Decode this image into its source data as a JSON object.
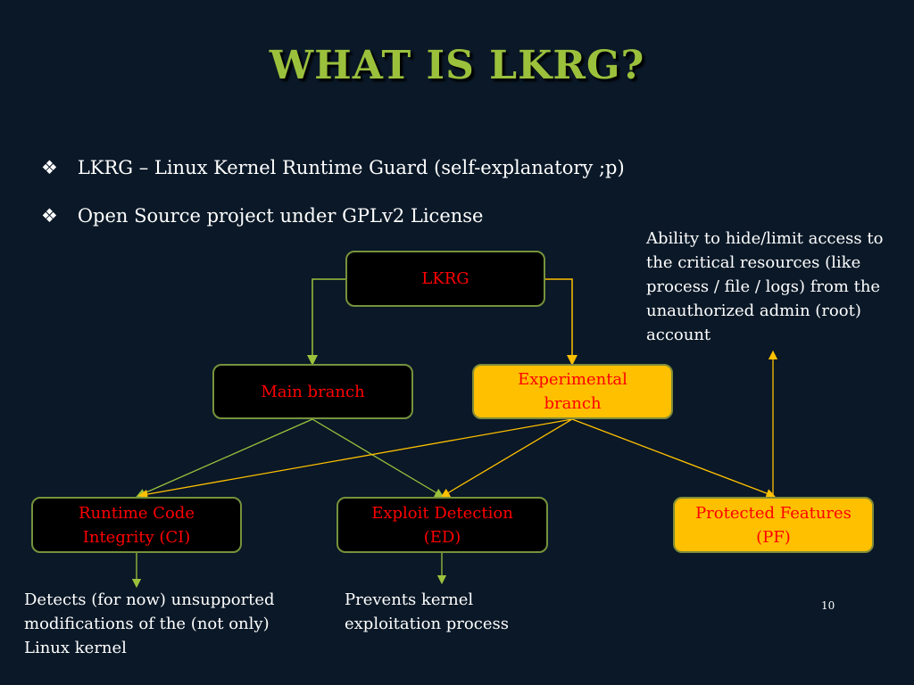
{
  "title": "WHAT IS LKRG?",
  "bullets": [
    {
      "icon": "diamond-bullet-icon",
      "symbol": "❖",
      "text": "LKRG – Linux Kernel Runtime Guard (self-explanatory ;p)"
    },
    {
      "icon": "diamond-bullet-icon",
      "symbol": "❖",
      "text": "Open Source project under GPLv2 License"
    }
  ],
  "diagram": {
    "root": "LKRG",
    "main_branch": "Main branch",
    "experimental_branch": "Experimental branch",
    "ci": "Runtime Code Integrity (CI)",
    "ed": "Exploit Detection (ED)",
    "pf": "Protected Features (PF)",
    "ci_note": "Detects (for now) unsupported modifications of the (not only) Linux kernel",
    "ed_note": "Prevents kernel exploitation process",
    "pf_note": "Ability to hide/limit access to the critical resources (like process / file / logs) from the unauthorized admin (root) account",
    "colors": {
      "green": "#9bc13c",
      "orange": "#ffc000",
      "red": "#ff0000",
      "background": "#0a1827"
    }
  },
  "page_number": "10"
}
